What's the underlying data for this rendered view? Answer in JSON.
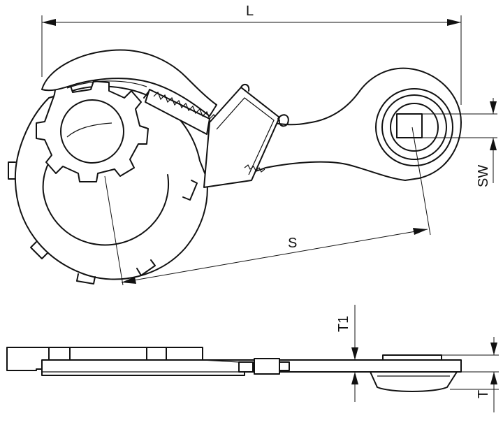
{
  "labels": {
    "L": "L",
    "S": "S",
    "SW": "SW",
    "T1": "T1",
    "T": "T"
  }
}
